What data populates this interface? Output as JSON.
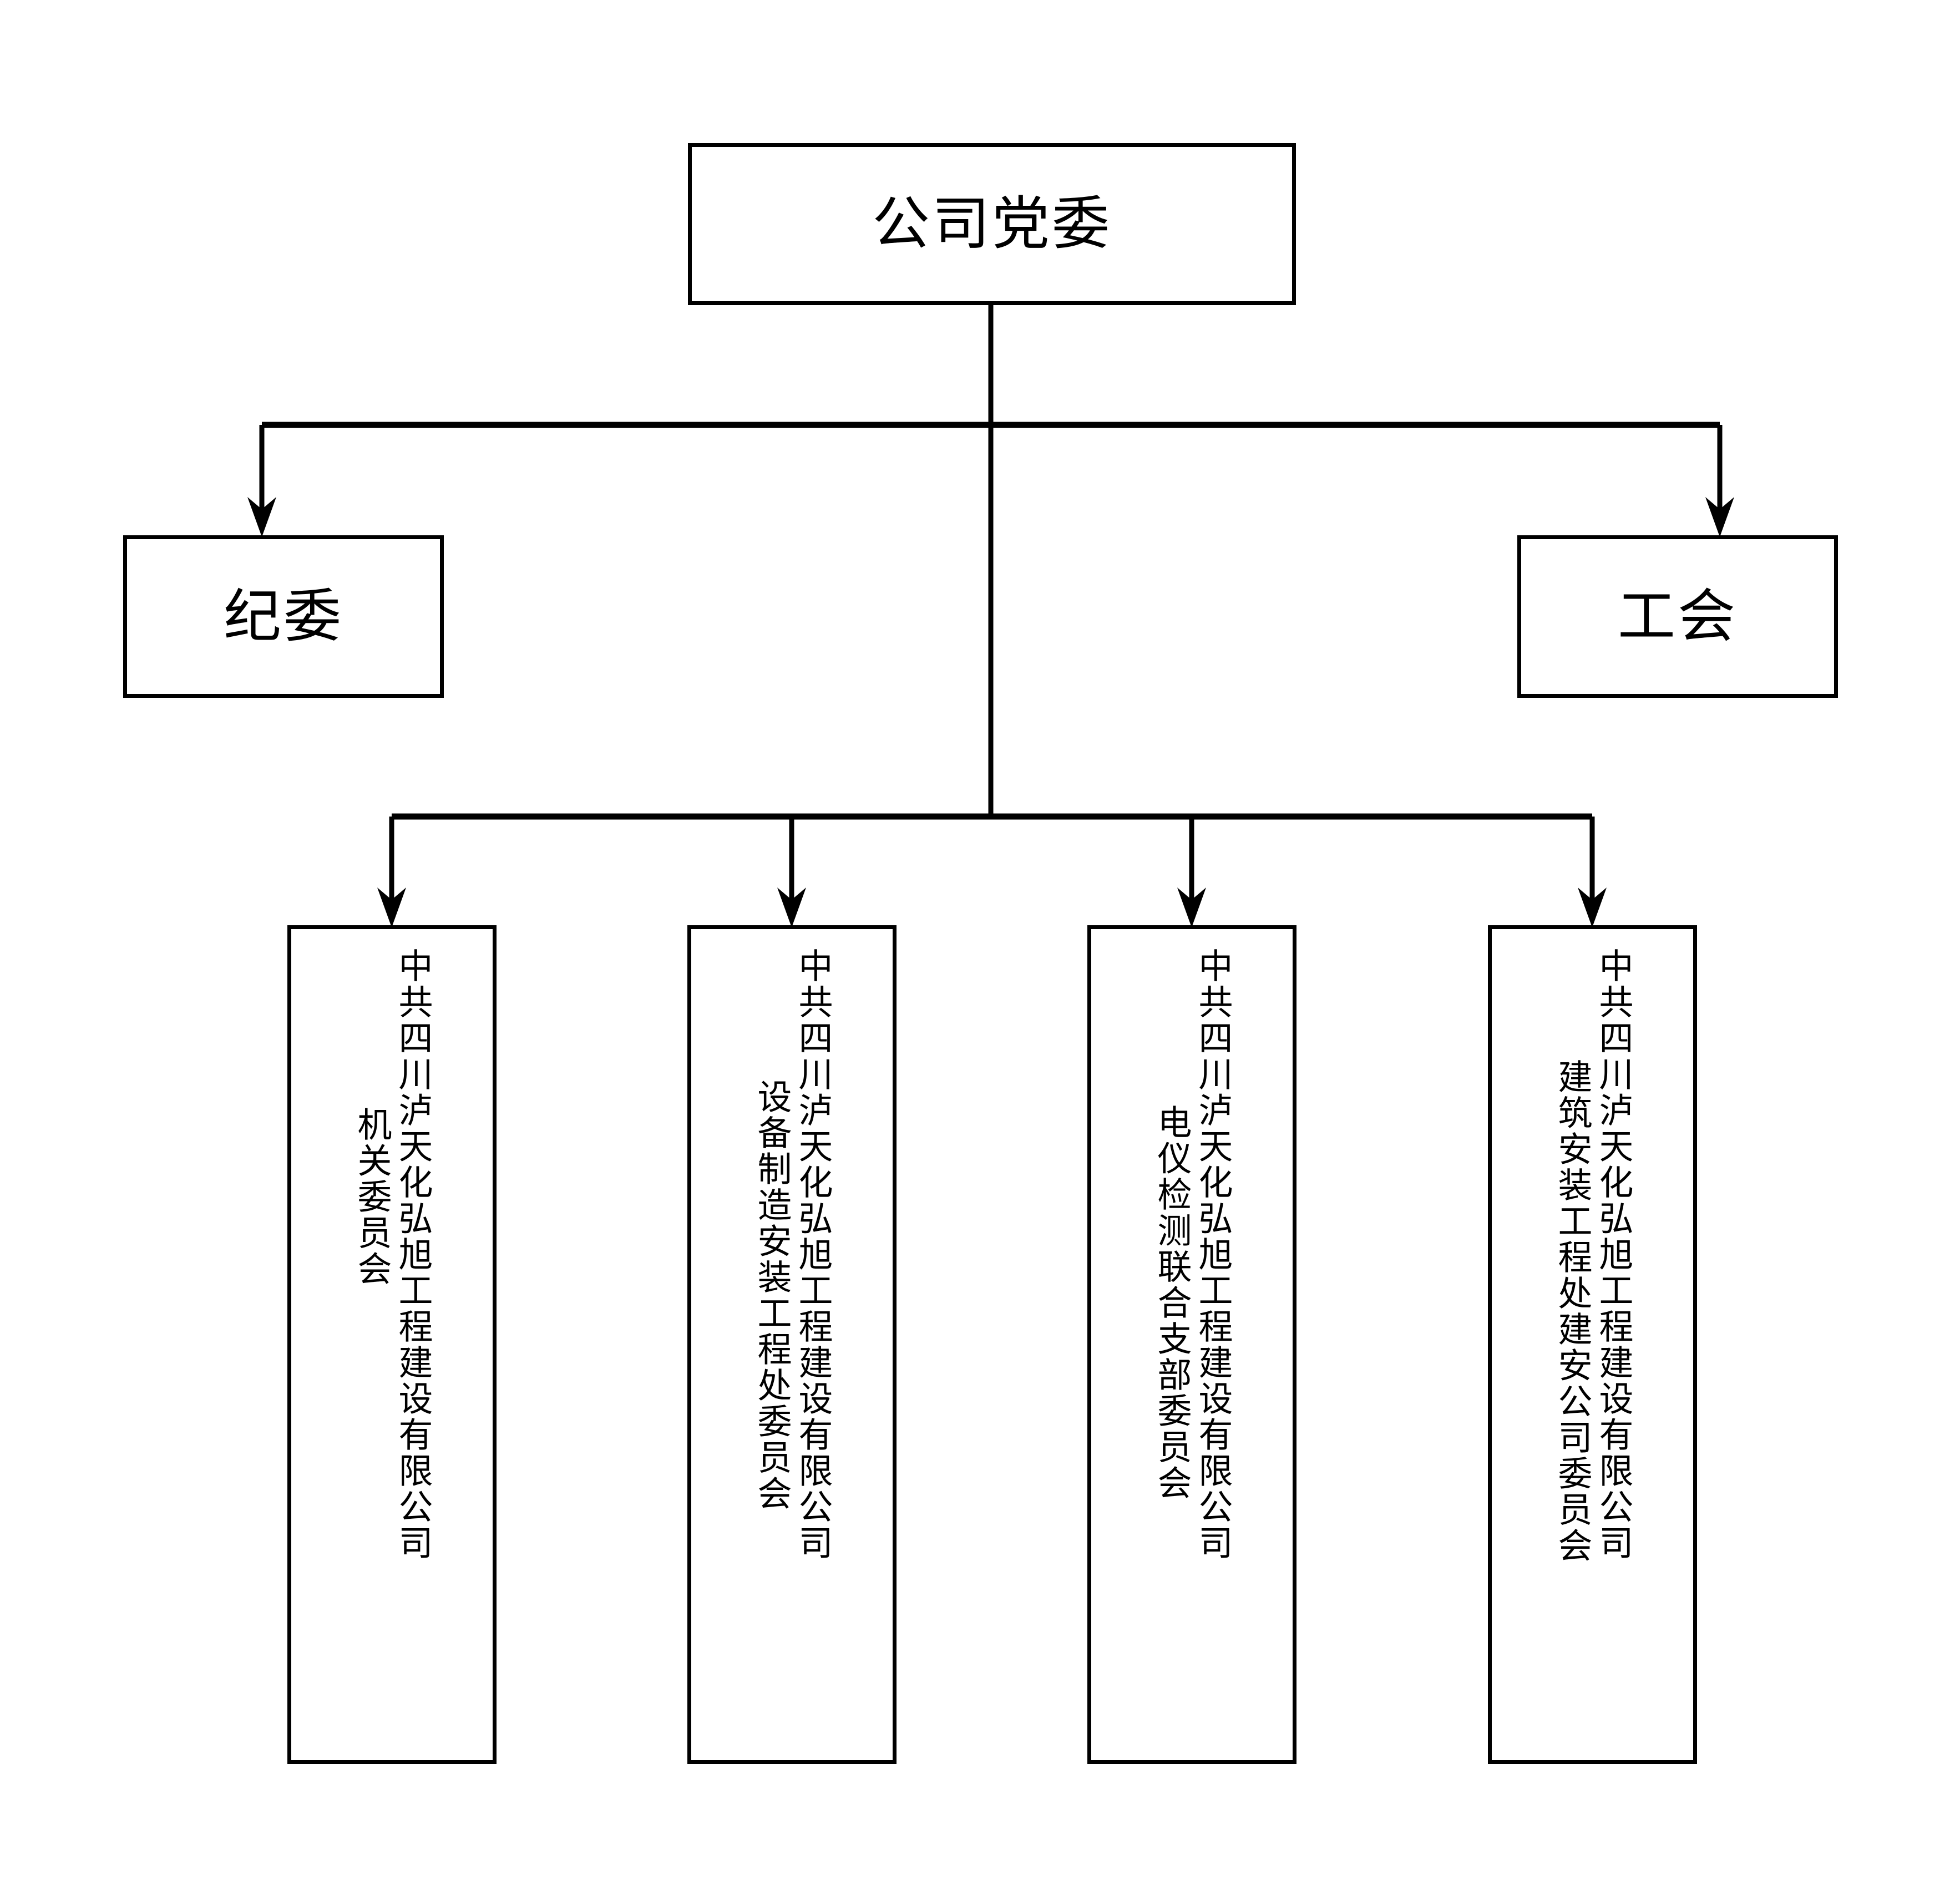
{
  "diagram": {
    "title_text": "公司党委",
    "line_color": "#000000",
    "background_color": "#ffffff",
    "root": {
      "label": "公司党委"
    },
    "level2": [
      {
        "label": "纪委"
      },
      {
        "label": "工会"
      }
    ],
    "level3": [
      {
        "primary": "中共四川泸天化弘旭工程建设有限公司",
        "secondary": "机关委员会"
      },
      {
        "primary": "中共四川泸天化弘旭工程建设有限公司",
        "secondary": "设备制造安装工程处委员会"
      },
      {
        "primary": "中共四川泸天化弘旭工程建设有限公司",
        "secondary": "电仪检测联合支部委员会"
      },
      {
        "primary": "中共四川泸天化弘旭工程建设有限公司",
        "secondary": "建筑安装工程处建安公司委员会"
      }
    ]
  }
}
